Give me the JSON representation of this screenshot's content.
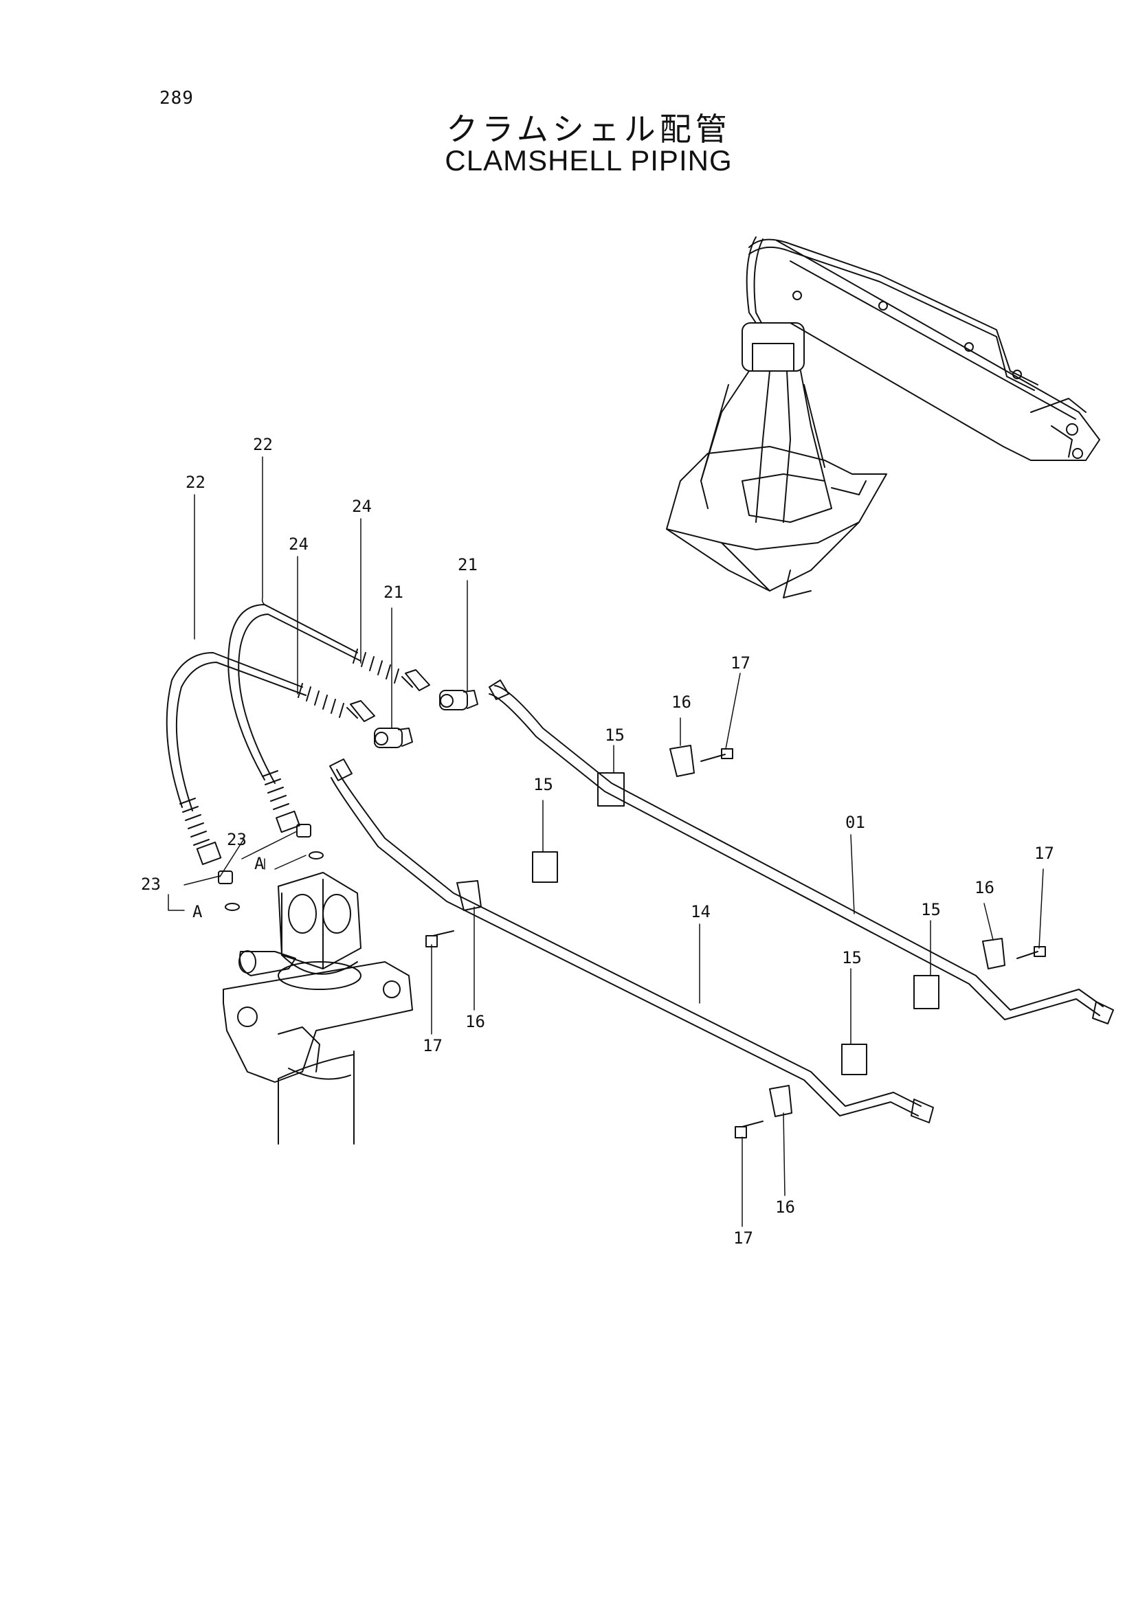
{
  "page_number": "289",
  "title_japanese": "クラムシェル配管",
  "title_english": "CLAMSHELL PIPING",
  "callouts": {
    "c01": "01",
    "c14": "14",
    "c15a": "15",
    "c15b": "15",
    "c15c": "15",
    "c15d": "15",
    "c16a": "16",
    "c16b": "16",
    "c16c": "16",
    "c16d": "16",
    "c17a": "17",
    "c17b": "17",
    "c17c": "17",
    "c17d": "17",
    "c21a": "21",
    "c21b": "21",
    "c22a": "22",
    "c22b": "22",
    "c23a": "23",
    "c23b": "23",
    "c24a": "24",
    "c24b": "24",
    "detailA1": "A",
    "detailA2": "A"
  }
}
